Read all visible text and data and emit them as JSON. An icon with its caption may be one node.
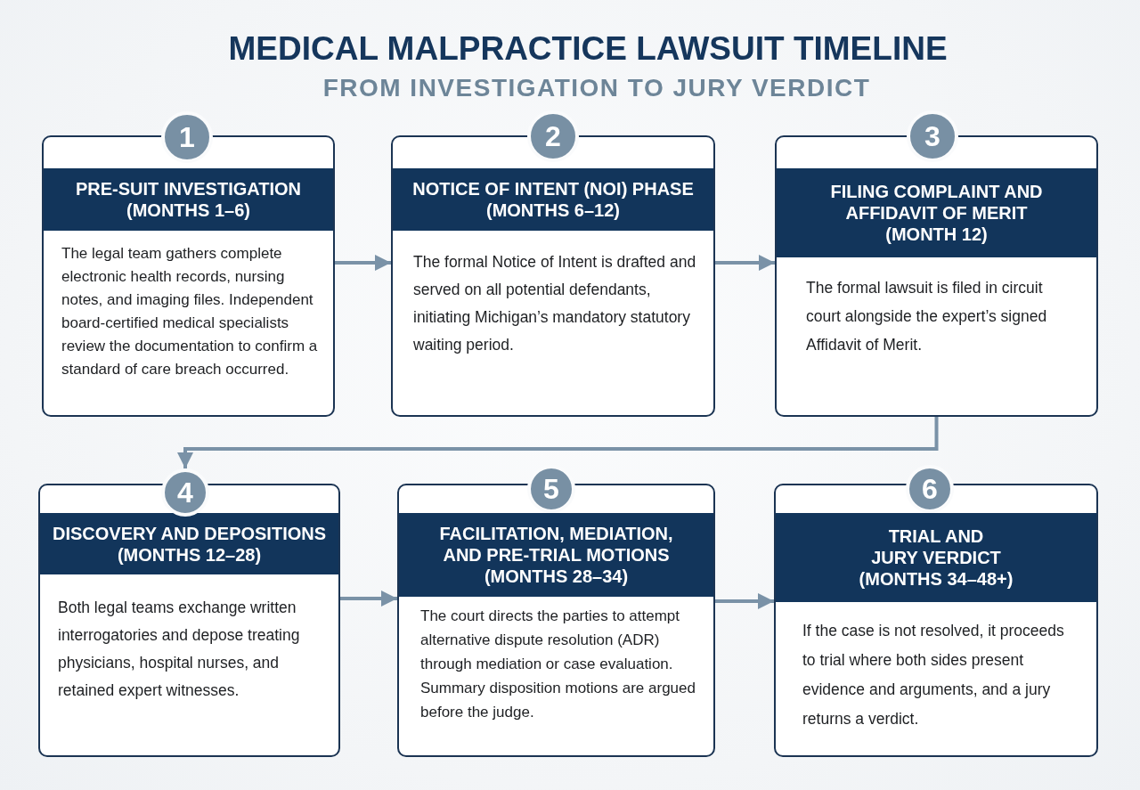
{
  "diagram": {
    "title": "MEDICAL MALPRACTICE LAWSUIT TIMELINE",
    "nodes": [
      {
        "text": [
          "1"
        ]
      },
      {
        "text": [
          "PRE-SUIT INVESTIGATION",
          "(MONTHS 1–6)",
          "The legal team gathers complete electronic health records, nursing notes, and imaging files. Independent board-certified medical specialists review the documentation to confirm a standard of care breach occurred."
        ]
      },
      {
        "text": [
          "2"
        ]
      },
      {
        "text": [
          "NOTICE OF INTENT (NOI) PHASE",
          "(MONTHS 6–12)",
          "The formal Notice of Intent is drafted and served on all potential defendants, initiating Michigan’s mandatory statutory waiting period."
        ]
      },
      {
        "text": [
          "3"
        ]
      },
      {
        "text": [
          "FILING COMPLAINT AND AFFIDAVIT OF MERIT",
          "(MONTH 12)",
          "The formal lawsuit is filed in circuit court alongside the expert’s signed Affidavit of Merit."
        ]
      },
      {
        "text": [
          "4"
        ]
      },
      {
        "text": [
          "DISCOVERY AND DEPOSITIONS",
          "(MONTHS 12–28)",
          "Both legal teams exchange written interrogatories and depose treating physicians, hospital nurses, and retained expert witnesses."
        ]
      },
      {
        "text": [
          "5"
        ]
      },
      {
        "text": [
          "FACILITATION, MEDIATION, AND PRE-TRIAL MOTIONS",
          "(MONTHS 28–34)",
          "The court directs the parties to attempt alternative dispute resolution (ADR) through mediation or case evaluation. Summary disposition motions are argued before the judge."
        ]
      },
      {
        "text": [
          "6"
        ]
      },
      {
        "text": [
          "TRIAL AND JURY VERDICT",
          "(MONTHS 34–48+)",
          "If the case is not resolved, it proceeds to trial where both sides present evidence and arguments, and a jury returns a verdict."
        ]
      }
    ],
    "edges": [
      {
        "from": 1,
        "to": 3,
        "arrow": "to"
      },
      {
        "from": 3,
        "to": 5,
        "arrow": "to"
      },
      {
        "from": 5,
        "to": 6,
        "arrow": "to"
      },
      {
        "from": 7,
        "to": 9,
        "arrow": "to"
      },
      {
        "from": 9,
        "to": 11,
        "arrow": "to"
      }
    ],
    "labels": [
      "FROM INVESTIGATION TO JURY VERDICT"
    ]
  }
}
